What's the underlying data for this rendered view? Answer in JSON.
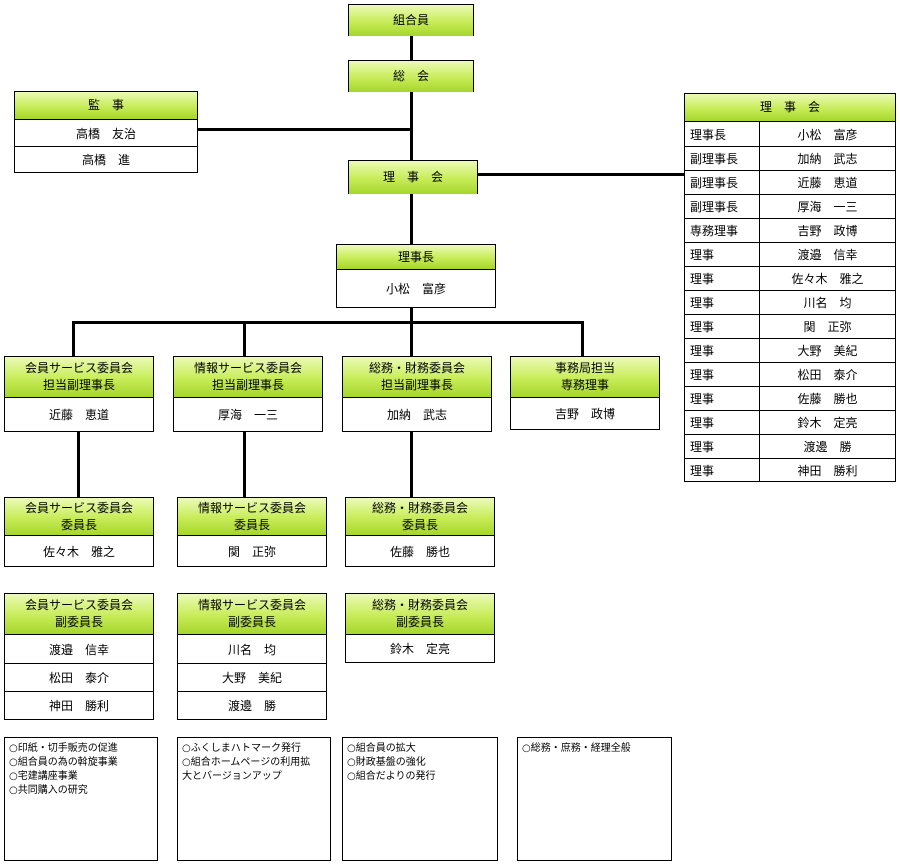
{
  "members": {
    "title": "組合員"
  },
  "general_meeting": {
    "title": "総　会"
  },
  "auditors": {
    "title": "監　事",
    "names": [
      "高橋　友治",
      "高橋　進"
    ]
  },
  "board": {
    "title": "理　事　会"
  },
  "chairman": {
    "title": "理事長",
    "name": "小松　富彦"
  },
  "board_list": {
    "title": "理　事　会",
    "rows": [
      {
        "role": "理事長",
        "name": "小松　富彦"
      },
      {
        "role": "副理事長",
        "name": "加納　武志"
      },
      {
        "role": "副理事長",
        "name": "近藤　恵道"
      },
      {
        "role": "副理事長",
        "name": "厚海　一三"
      },
      {
        "role": "専務理事",
        "name": "吉野　政博"
      },
      {
        "role": "理事",
        "name": "渡邉　信幸"
      },
      {
        "role": "理事",
        "name": "佐々木　雅之"
      },
      {
        "role": "理事",
        "name": "川名　均"
      },
      {
        "role": "理事",
        "name": "関　正弥"
      },
      {
        "role": "理事",
        "name": "大野　美紀"
      },
      {
        "role": "理事",
        "name": "松田　泰介"
      },
      {
        "role": "理事",
        "name": "佐藤　勝也"
      },
      {
        "role": "理事",
        "name": "鈴木　定亮"
      },
      {
        "role": "理事",
        "name": "渡邊　勝"
      },
      {
        "role": "理事",
        "name": "神田　勝利"
      }
    ]
  },
  "directors": [
    {
      "line1": "会員サービス委員会",
      "line2": "担当副理事長",
      "name": "近藤　恵道"
    },
    {
      "line1": "情報サービス委員会",
      "line2": "担当副理事長",
      "name": "厚海　一三"
    },
    {
      "line1": "総務・財務委員会",
      "line2": "担当副理事長",
      "name": "加納　武志"
    },
    {
      "line1": "事務局担当",
      "line2": "専務理事",
      "name": "吉野　政博"
    }
  ],
  "chairs": [
    {
      "line1": "会員サービス委員会",
      "line2": "委員長",
      "name": "佐々木　雅之"
    },
    {
      "line1": "情報サービス委員会",
      "line2": "委員長",
      "name": "関　正弥"
    },
    {
      "line1": "総務・財務委員会",
      "line2": "委員長",
      "name": "佐藤　勝也"
    }
  ],
  "vice_chairs": [
    {
      "line1": "会員サービス委員会",
      "line2": "副委員長",
      "names": [
        "渡邉　信幸",
        "松田　泰介",
        "神田　勝利"
      ]
    },
    {
      "line1": "情報サービス委員会",
      "line2": "副委員長",
      "names": [
        "川名　均",
        "大野　美紀",
        "渡邊　勝"
      ]
    },
    {
      "line1": "総務・財務委員会",
      "line2": "副委員長",
      "names": [
        "鈴木　定亮"
      ]
    }
  ],
  "duties": [
    [
      "○印紙・切手販売の促進",
      "○組合員の為の斡旋事業",
      "○宅建講座事業",
      "○共同購入の研究"
    ],
    [
      "○ふくしまハトマーク発行",
      "○組合ホームページの利用拡",
      "大とバージョンアップ"
    ],
    [
      "○組合員の拡大",
      "○財政基盤の強化",
      "○組合だよりの発行"
    ],
    [
      "○総務・庶務・経理全般"
    ]
  ]
}
